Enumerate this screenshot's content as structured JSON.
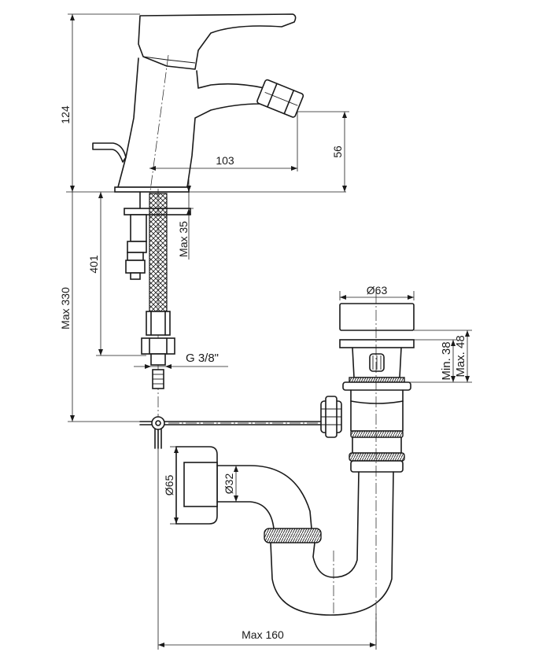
{
  "dimensions": {
    "height_tap": "124",
    "reach": "103",
    "spout_height": "56",
    "max_thickness": "Max 35",
    "hose_length": "401",
    "max_depth": "Max 330",
    "connection": "G 3/8\"",
    "plug_diameter": "Ø63",
    "min_height": "Min. 38",
    "max_height": "Max. 48",
    "trap_outlet": "Ø65",
    "trap_pipe": "Ø32",
    "max_offset": "Max 160"
  }
}
